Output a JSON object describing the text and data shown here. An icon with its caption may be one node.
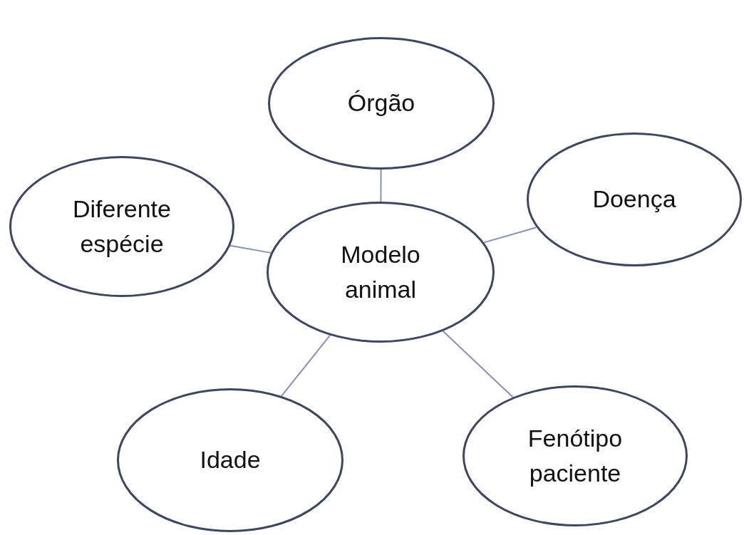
{
  "diagram": {
    "nodes": [
      {
        "text": [
          "Órgão"
        ]
      },
      {
        "text": [
          "Diferente espécie"
        ]
      },
      {
        "text": [
          "Doença"
        ]
      },
      {
        "text": [
          "Modelo animal"
        ]
      },
      {
        "text": [
          "Idade"
        ]
      },
      {
        "text": [
          "Fenótipo paciente"
        ]
      }
    ],
    "edges": [
      {
        "from": 3,
        "to": 0,
        "arrow": "none"
      },
      {
        "from": 3,
        "to": 1,
        "arrow": "none"
      },
      {
        "from": 3,
        "to": 2,
        "arrow": "none"
      },
      {
        "from": 3,
        "to": 4,
        "arrow": "none"
      },
      {
        "from": 3,
        "to": 5,
        "arrow": "none"
      }
    ]
  }
}
